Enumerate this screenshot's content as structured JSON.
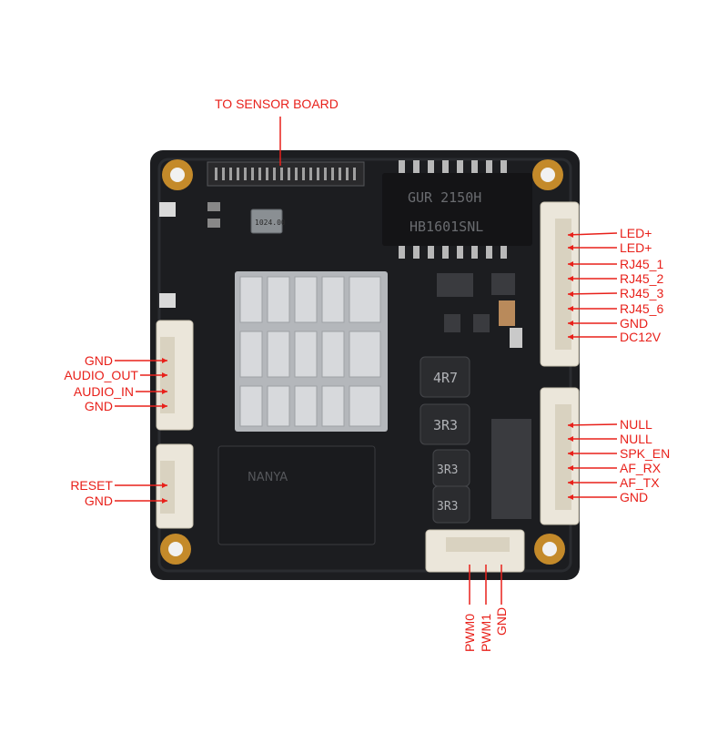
{
  "labels": {
    "top": "TO SENSOR BOARD",
    "right_upper": [
      "LED+",
      "LED+",
      "RJ45_1",
      "RJ45_2",
      "RJ45_3",
      "RJ45_6",
      "GND",
      "DC12V"
    ],
    "right_lower": [
      "NULL",
      "NULL",
      "SPK_EN",
      "AF_RX",
      "AF_TX",
      "GND"
    ],
    "left_audio": [
      "GND",
      "AUDIO_OUT",
      "AUDIO_IN",
      "GND"
    ],
    "left_reset": [
      "RESET",
      "GND"
    ],
    "bottom": [
      "PWM0",
      "PWM1",
      "GND"
    ]
  },
  "chip_text": {
    "lan_chip_top": "GUR 2150H",
    "lan_chip_bottom": "HB1601SNL",
    "crystal": "1024.00",
    "ram_brand": "NANYA",
    "inductor_1": "4R7",
    "inductor_2": "3R3",
    "inductor_3": "3R3",
    "inductor_4": "3R3"
  },
  "colors": {
    "label": "#e8201a",
    "pcb": "#1c1d20",
    "connector": "#ebe6da",
    "heatsink": "#c9cbcf",
    "mount_hole": "#c48a2a"
  }
}
